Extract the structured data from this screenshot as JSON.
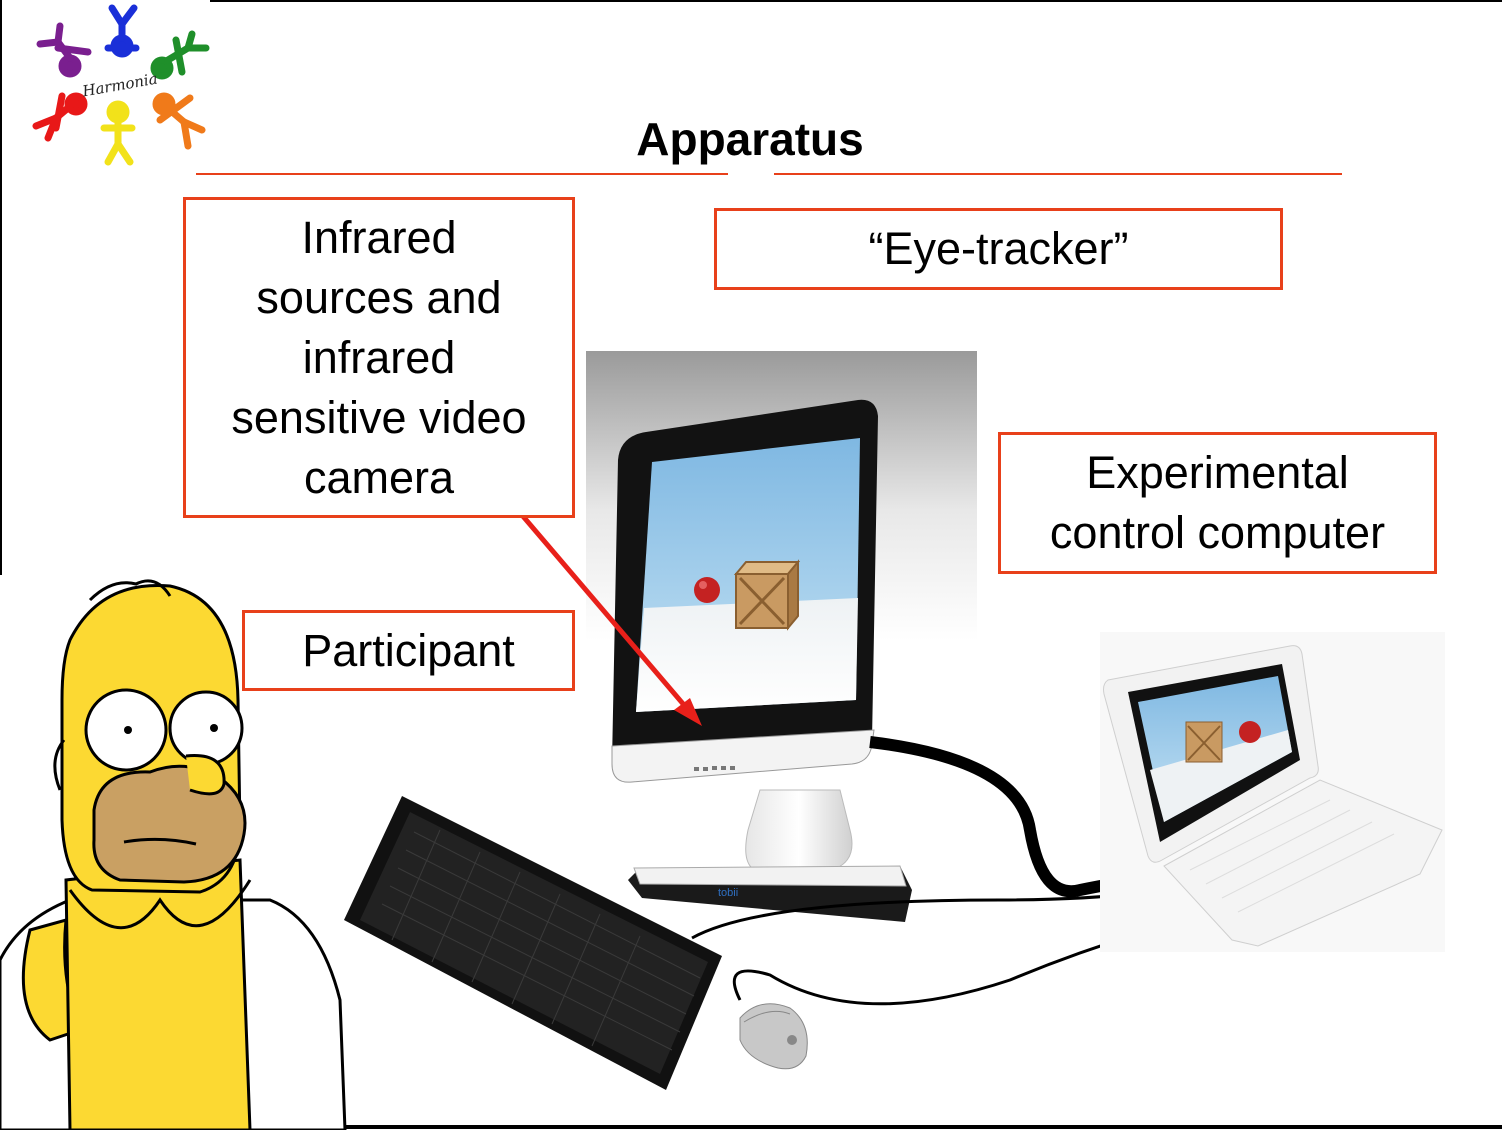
{
  "title": "Apparatus",
  "logo": {
    "text": "Harmonia"
  },
  "labels": {
    "infrared": [
      "Infrared",
      "sources and",
      "infrared",
      "sensitive video",
      "camera"
    ],
    "eye_tracker": "“Eye-tracker”",
    "experimental": [
      "Experimental",
      "control computer"
    ],
    "participant": "Participant"
  },
  "colors": {
    "accent": "#e8401a",
    "arrow": "#e8201a",
    "screen_sky": "#8fc4e6",
    "character_yellow": "#fcd932"
  }
}
